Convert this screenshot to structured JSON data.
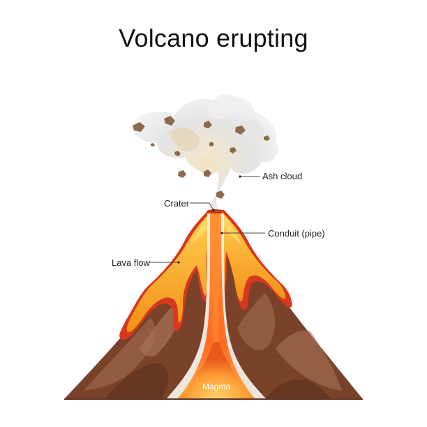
{
  "title": "Volcano erupting",
  "labels": {
    "ash_cloud": "Ash cloud",
    "crater": "Crater",
    "conduit": "Conduit (pipe)",
    "lava_flow": "Lava flow",
    "magma": "Magma"
  },
  "colors": {
    "mountain_dark": "#6b3a24",
    "mountain_mid": "#8a4f35",
    "mountain_light": "#a87258",
    "lava_orange": "#f39a1e",
    "lava_yellow": "#ffc247",
    "lava_red": "#d8381e",
    "conduit_core": "#ff7a2a",
    "smoke": "#d9d9d9",
    "rock": "#8c6b4c"
  }
}
